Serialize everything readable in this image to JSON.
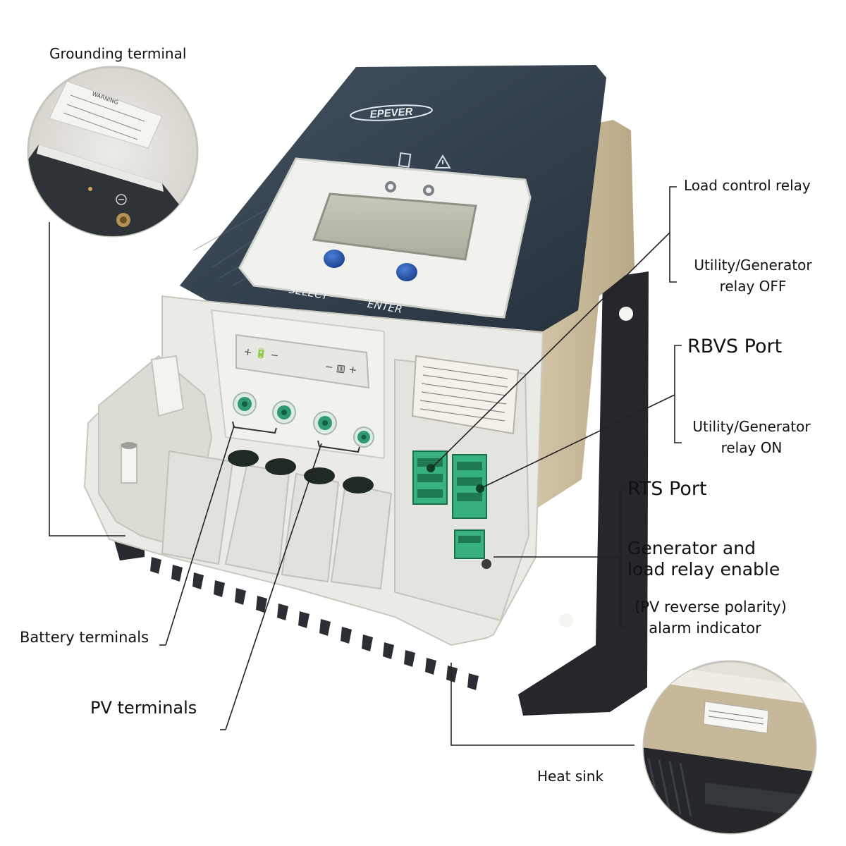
{
  "device": {
    "brand": "EPEVER",
    "button_left_label": "SELECT",
    "button_right_label": "ENTER",
    "battery_terminal_marking": "+ 🔋 −",
    "pv_terminal_marking": "− ▥ +",
    "warning_plate_text": "WARNING"
  },
  "callouts": {
    "grounding_terminal": "Grounding terminal",
    "load_control_relay": "Load control relay",
    "utility_generator_relay_off": [
      "Utility/Generator",
      "relay OFF"
    ],
    "rbvs_port": "RBVS Port",
    "utility_generator_relay_on": [
      "Utility/Generator",
      "relay ON"
    ],
    "rts_port": "RTS Port",
    "generator_load_relay_enable": [
      "Generator and",
      "load relay enable"
    ],
    "pv_reverse_polarity_alarm": [
      "(PV reverse polarity)",
      "alarm indicator"
    ],
    "battery_terminals": "Battery terminals",
    "pv_terminals": "PV terminals",
    "heat_sink": "Heat sink"
  },
  "colors": {
    "front_panel": "#34414f",
    "housing": "#ebebe5",
    "side_panel": "#c8b99a",
    "heat_sink": "#25272b",
    "button": "#2453a6",
    "terminal_green": "#2f9a70",
    "relay_green": "#37b27e",
    "lcd": "#b9bcae"
  },
  "icons": {
    "grounding": "grounding-symbol-icon",
    "warning": "warning-triangle-icon",
    "battery": "battery-icon",
    "solar_panel": "solar-panel-icon"
  }
}
